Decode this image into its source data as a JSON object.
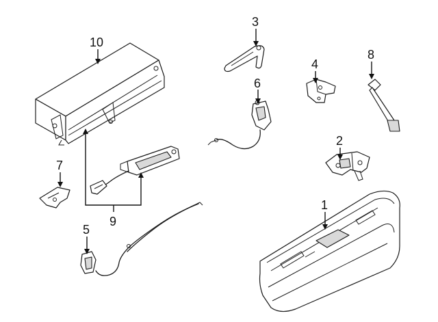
{
  "callouts": {
    "c1": "1",
    "c2": "2",
    "c3": "3",
    "c4": "4",
    "c5": "5",
    "c6": "6",
    "c7": "7",
    "c8": "8",
    "c9": "9",
    "c10": "10"
  },
  "colors": {
    "line": "#1a1a1a",
    "background": "#ffffff",
    "shade": "#d9d9d9"
  }
}
